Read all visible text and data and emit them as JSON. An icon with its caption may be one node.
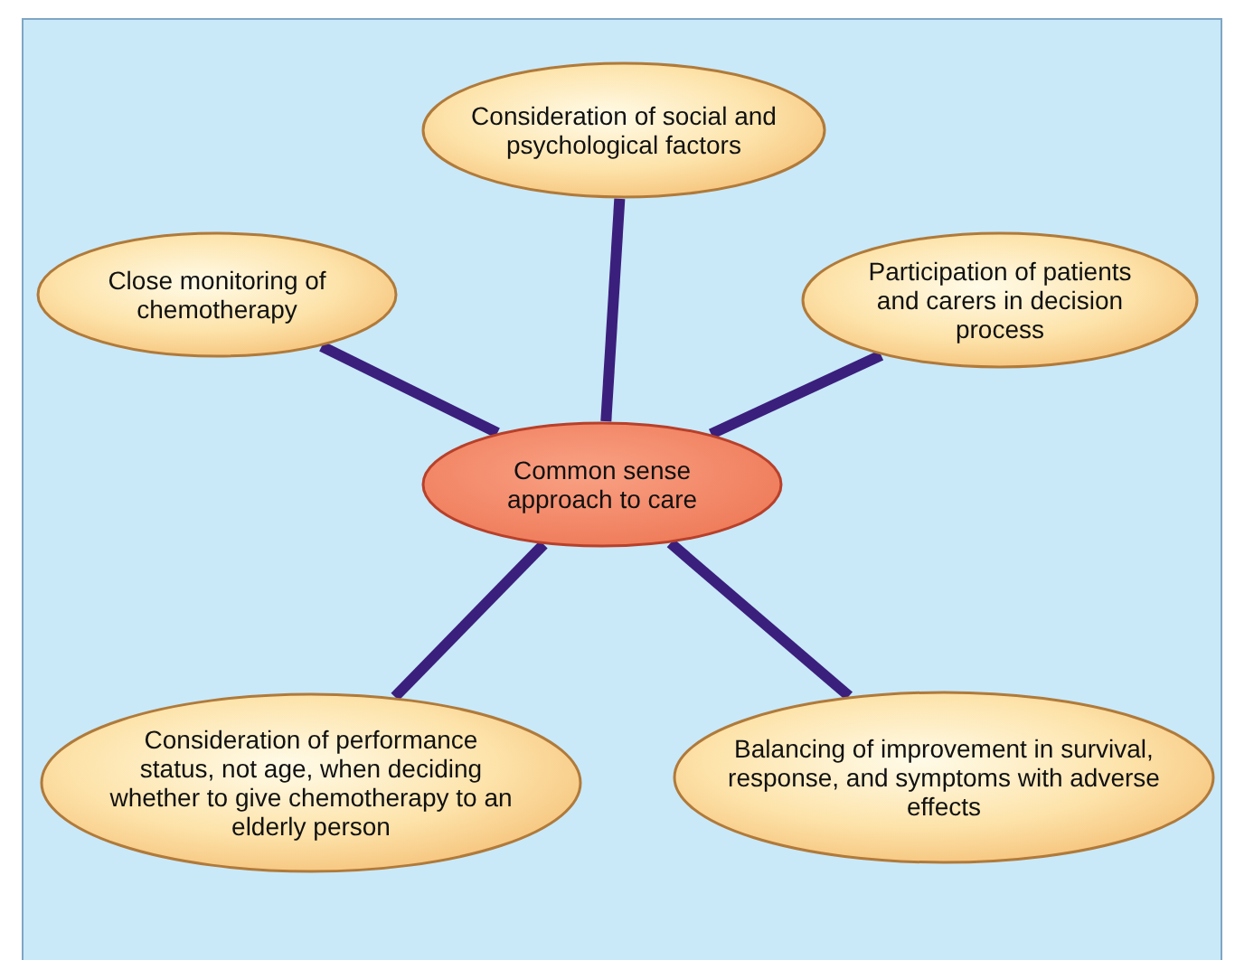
{
  "diagram": {
    "nodes": [
      {
        "text": [
          "Consideration of social and psychological factors"
        ]
      },
      {
        "text": [
          "Close monitoring of chemotherapy"
        ]
      },
      {
        "text": [
          "Participation of patients and carers in decision process"
        ]
      },
      {
        "text": [
          "Common sense approach to care"
        ]
      },
      {
        "text": [
          "Consideration of performance status, not age, when deciding whether to give chemotherapy to an elderly person"
        ]
      },
      {
        "text": [
          "Balancing of improvement in survival, response, and symptoms with adverse effects"
        ]
      }
    ],
    "edges": [
      {
        "from": 3,
        "to": 0,
        "arrow": "none"
      },
      {
        "from": 3,
        "to": 1,
        "arrow": "none"
      },
      {
        "from": 3,
        "to": 2,
        "arrow": "none"
      },
      {
        "from": 3,
        "to": 4,
        "arrow": "none"
      },
      {
        "from": 3,
        "to": 5,
        "arrow": "none"
      }
    ]
  }
}
